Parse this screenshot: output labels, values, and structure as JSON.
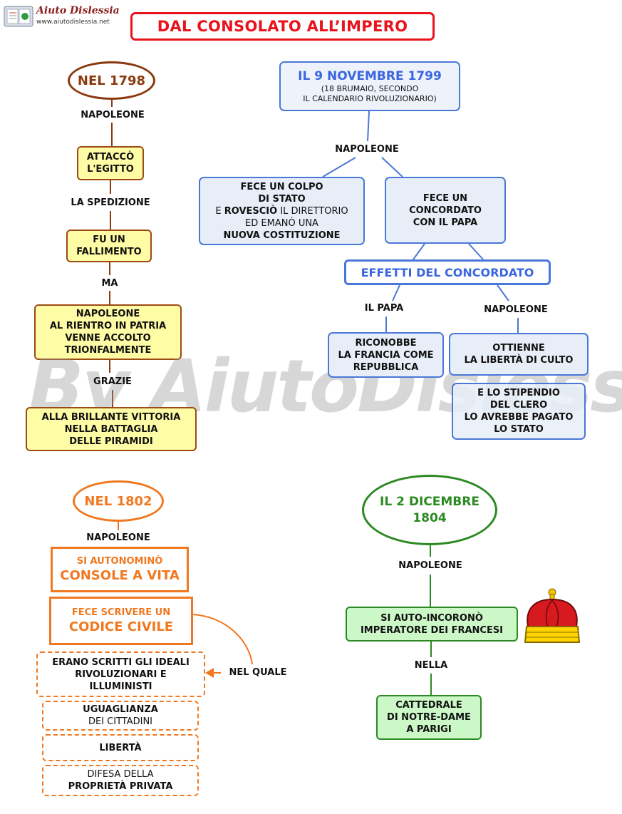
{
  "logo": {
    "name": "Aiuto Dislessia",
    "url": "www.aiutodislessia.net"
  },
  "title": "DAL CONSOLATO ALL’IMPERO",
  "watermark": "By AiutoDislessia.net",
  "section1798": {
    "header": "NEL 1798",
    "label1": "NAPOLEONE",
    "box1": [
      "ATTACCÒ",
      "L'EGITTO"
    ],
    "label2": "LA SPEDIZIONE",
    "box2": [
      "FU UN",
      "FALLIMENTO"
    ],
    "label3": "MA",
    "box3": [
      "NAPOLEONE",
      "AL RIENTRO IN PATRIA",
      "VENNE ACCOLTO",
      "TRIONFALMENTE"
    ],
    "label4": "GRAZIE",
    "box4": [
      "ALLA BRILLANTE VITTORIA",
      "NELLA BATTAGLIA",
      "DELLE PIRAMIDI"
    ]
  },
  "section1799": {
    "header": "IL  9 NOVEMBRE  1799",
    "subheader": [
      "(18  BRUMAIO,  SECONDO",
      "IL  CALENDARIO  RIVOLUZIONARIO)"
    ],
    "label1": "NAPOLEONE",
    "coup": {
      "l1": "FECE UN COLPO",
      "l2": "DI STATO",
      "l3a": "E ",
      "l3b": "ROVESCIÒ",
      "l3c": " IL DIRETTORIO",
      "l4": "ED EMANÒ UNA",
      "l5": "NUOVA COSTITUZIONE"
    },
    "concordato": [
      "FECE UN",
      "CONCORDATO",
      "CON IL PAPA"
    ],
    "effetti": "EFFETTI DEL CONCORDATO",
    "label_papa": "IL PAPA",
    "label_napoleone": "NAPOLEONE",
    "riconobbe": [
      "RICONOBBE",
      "LA FRANCIA COME",
      "REPUBBLICA"
    ],
    "ottienne": [
      "OTTIENNE",
      "LA LIBERTÀ DI CULTO"
    ],
    "stipendio": [
      "E LO STIPENDIO",
      "DEL CLERO",
      "LO AVREBBE PAGATO",
      "LO STATO"
    ]
  },
  "section1802": {
    "header": "NEL  1802",
    "label1": "NAPOLEONE",
    "box1": {
      "small": "SI  AUTONOMINÒ",
      "big": "CONSOLE A VITA"
    },
    "box2": {
      "small": "FECE SCRIVERE UN",
      "big": "CODICE CIVILE"
    },
    "label_quale": "NEL QUALE",
    "ideali": [
      "ERANO SCRITTI GLI IDEALI",
      "RIVOLUZIONARI E",
      "ILLUMINISTI"
    ],
    "uguaglianza": [
      "UGUAGLIANZA",
      "DEI  CITTADINI"
    ],
    "liberta": "LIBERTÀ",
    "proprieta": [
      "DIFESA DELLA",
      "PROPRIETÀ PRIVATA"
    ]
  },
  "section1804": {
    "header": [
      "IL 2 DICEMBRE",
      "1804"
    ],
    "label1": "NAPOLEONE",
    "box1": [
      "SI AUTO-INCORONÒ",
      "IMPERATORE DEI FRANCESI"
    ],
    "label2": "NELLA",
    "box2": [
      "CATTEDRALE",
      "DI NOTRE-DAME",
      "A PARIGI"
    ]
  },
  "colors": {
    "brown": "#8b3a0f",
    "yellow_fill": "#fffca6",
    "blue": "#4a78d8",
    "blue_text": "#3a66e0",
    "red_title": "#e8131d",
    "orange": "#f07820",
    "green": "#2c8a22",
    "green_fill": "#ccf7c7"
  },
  "icons": {
    "crown": "crown-icon",
    "logo": "book-logo-icon"
  }
}
